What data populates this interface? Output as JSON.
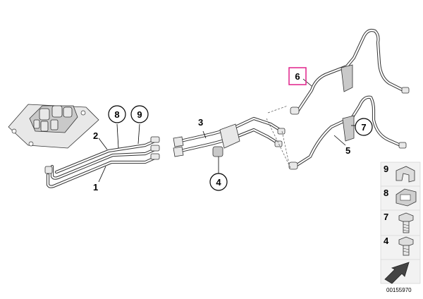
{
  "callouts": {
    "c1": "1",
    "c2": "2",
    "c3": "3",
    "c4": "4",
    "c5": "5",
    "c6": "6",
    "c7": "7",
    "c8": "8",
    "c9": "9"
  },
  "legend": [
    {
      "number": "9",
      "icon": "rubber-grommet-icon"
    },
    {
      "number": "8",
      "icon": "clip-nut-icon"
    },
    {
      "number": "7",
      "icon": "hex-bolt-icon"
    },
    {
      "number": "4",
      "icon": "hex-bolt-short-icon"
    },
    {
      "number": "",
      "icon": "direction-arrow-icon"
    }
  ],
  "diagram_id": "00155970",
  "colors": {
    "highlight": "#e0218a",
    "line": "#333333",
    "part_fill": "#e8e8e8"
  }
}
